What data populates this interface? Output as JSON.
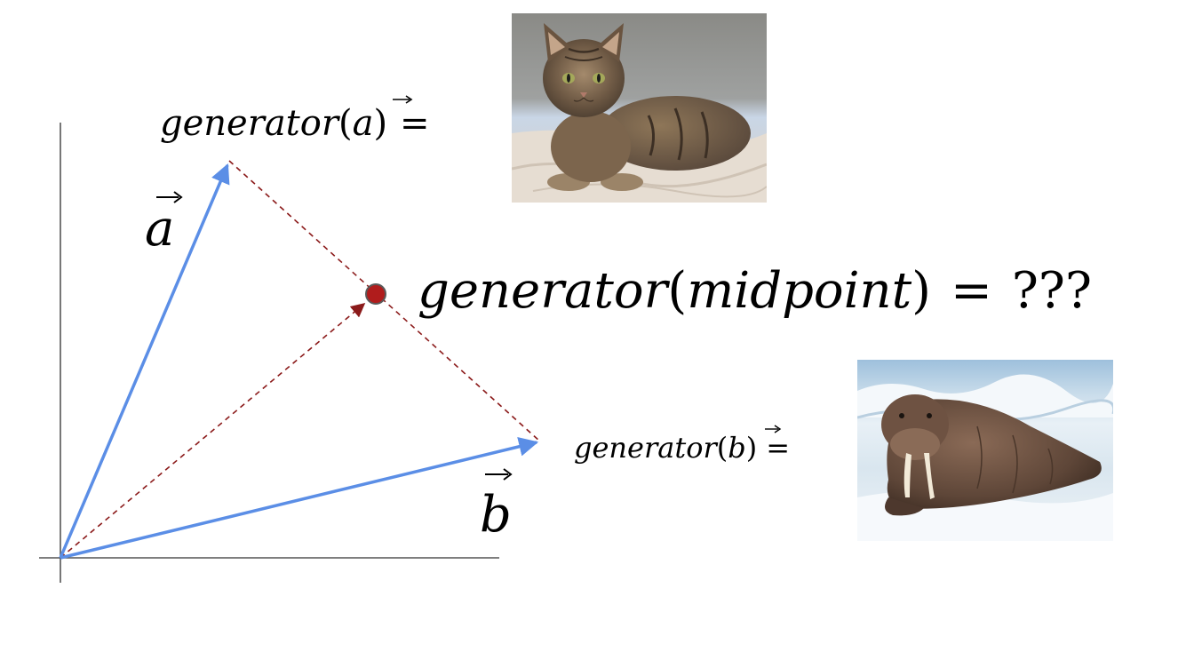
{
  "diagram": {
    "vector_a_label": "a",
    "vector_b_label": "b",
    "gen_a": {
      "func": "generator",
      "open": "(",
      "arg": "a",
      "close": ")",
      "equals": "="
    },
    "gen_b": {
      "func": "generator",
      "open": "(",
      "arg": "b",
      "close": ")",
      "equals": "="
    },
    "gen_mid": {
      "func": "generator",
      "open": "(",
      "arg": "midpoint",
      "close": ")",
      "equals": "=",
      "result": "???"
    },
    "images": {
      "cat": "cat-photo",
      "walrus": "walrus-photo"
    },
    "colors": {
      "vector": "#5b8ee6",
      "dashed": "#8b1a1a",
      "midpoint_fill": "#b01c1c",
      "midpoint_stroke": "#5a5a5a",
      "axis": "#555555"
    }
  }
}
